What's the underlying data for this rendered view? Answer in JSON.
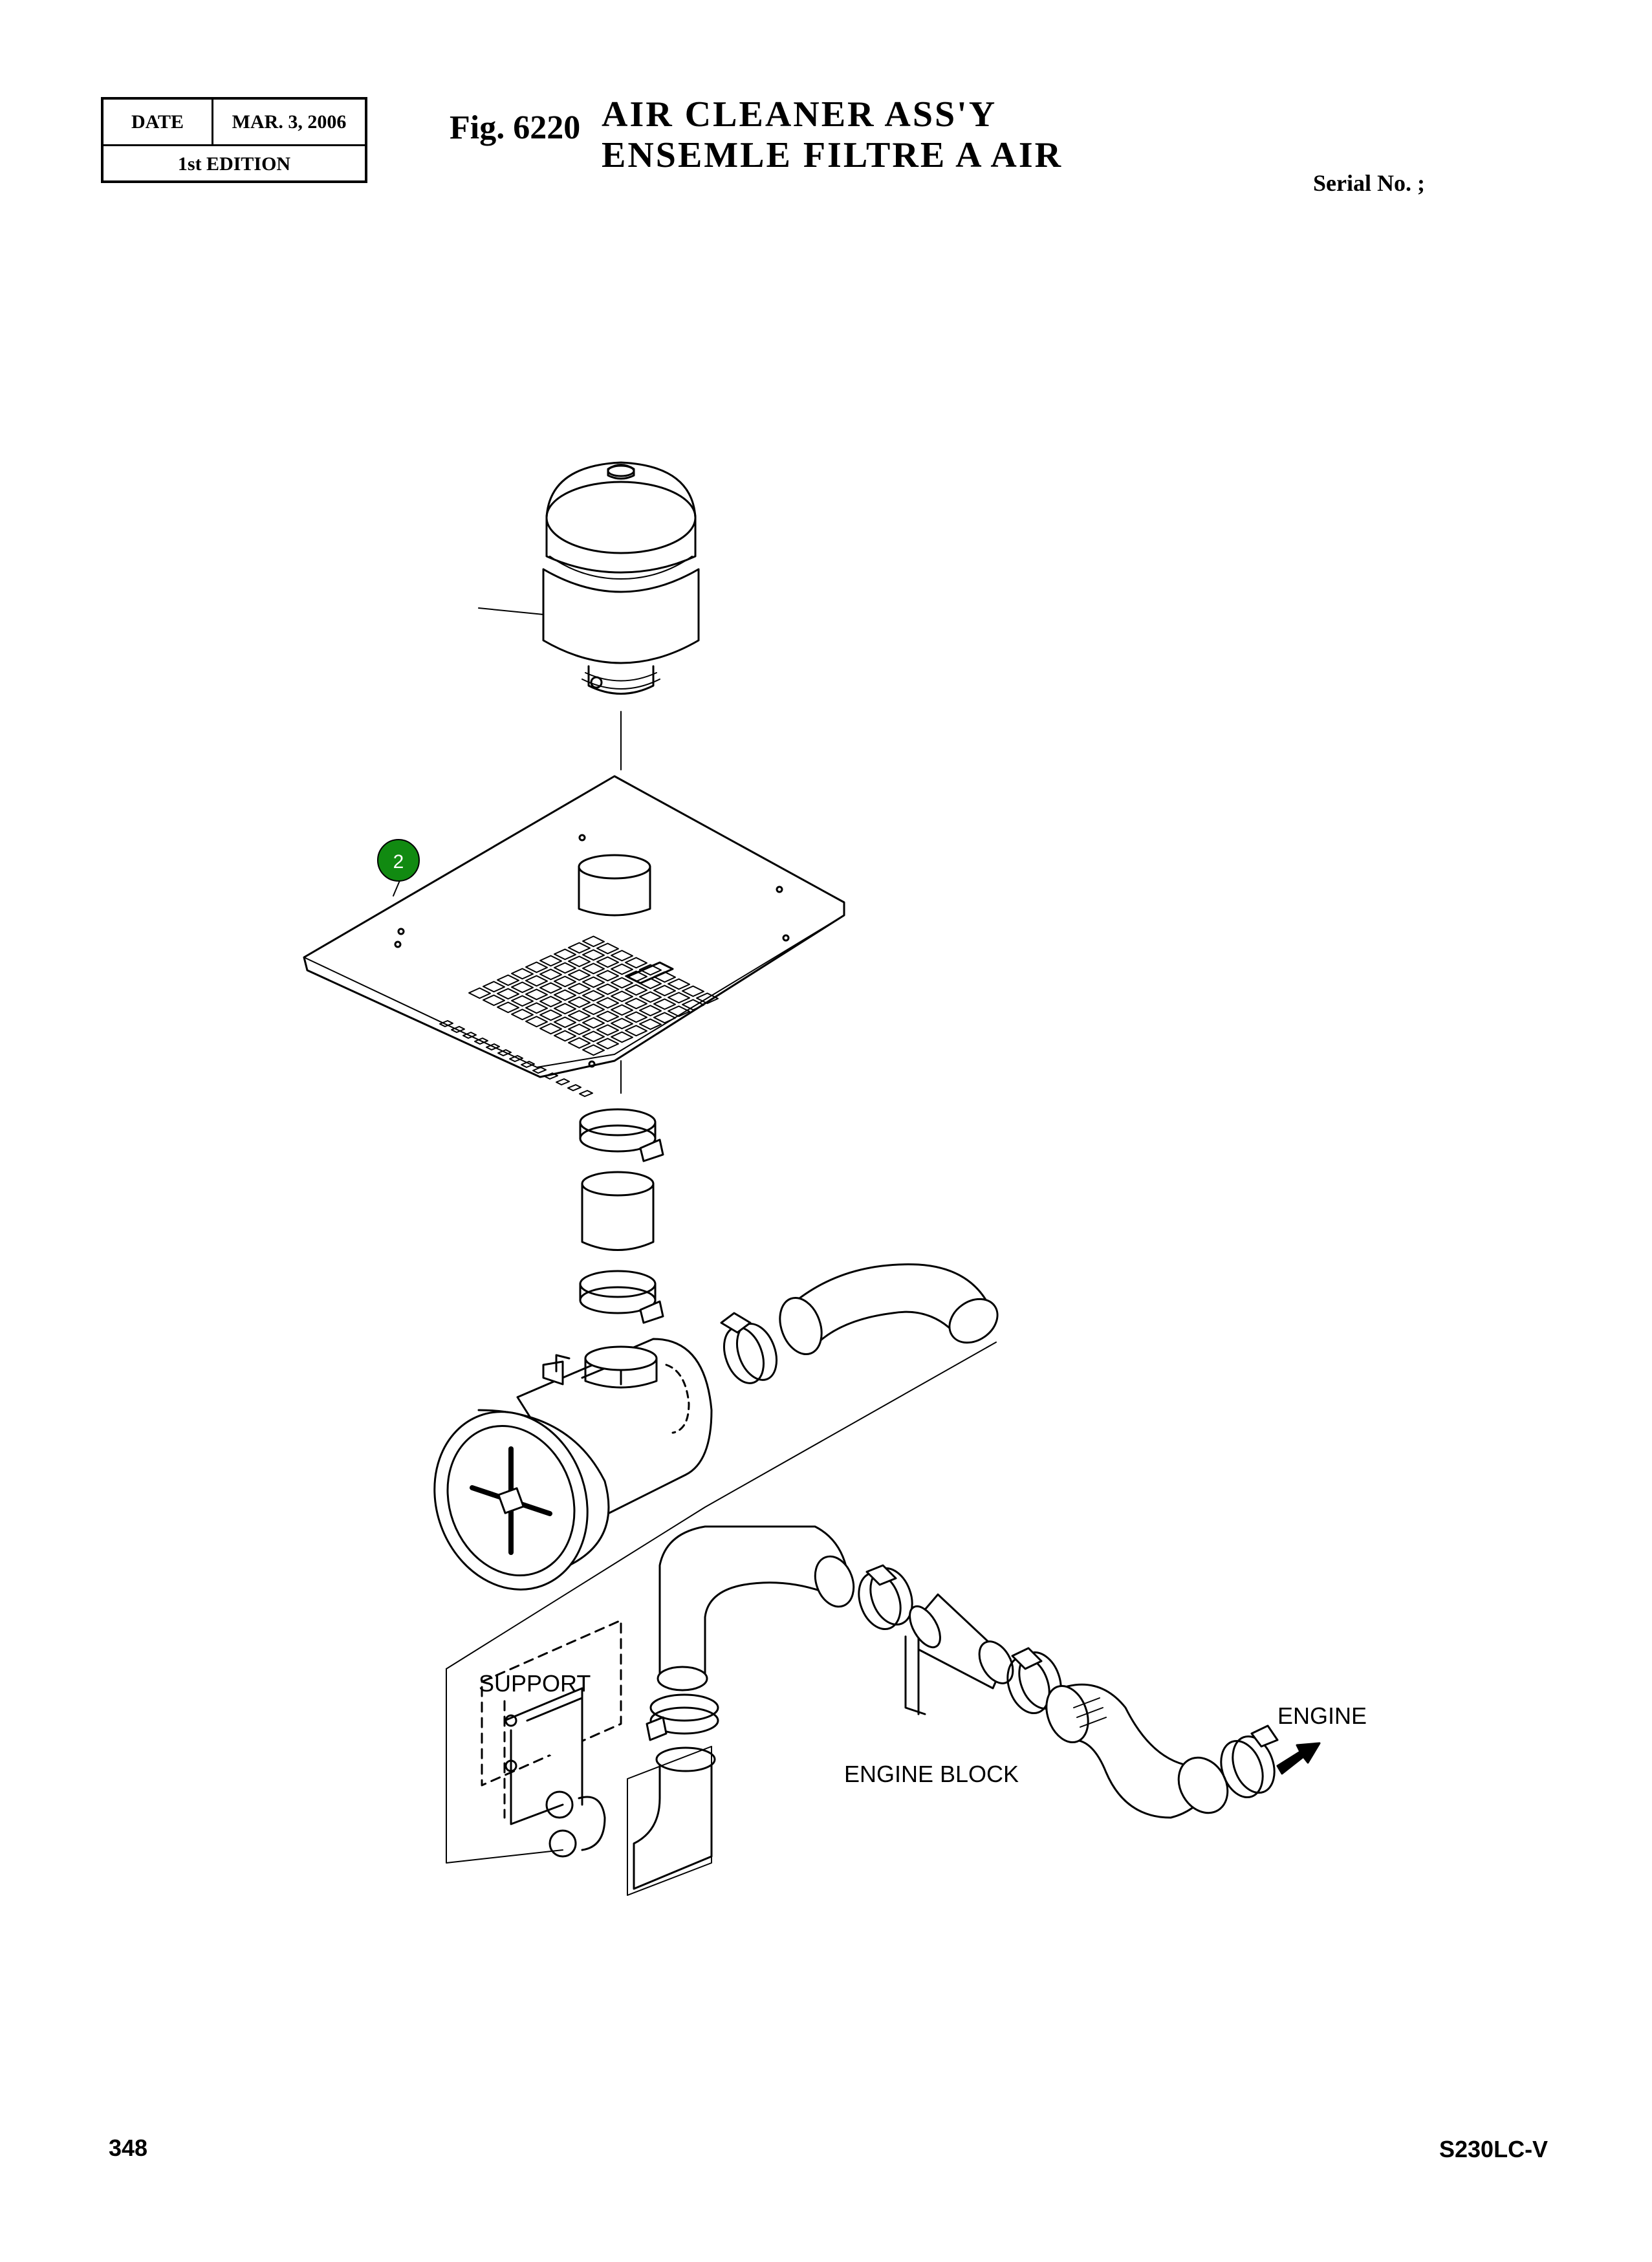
{
  "header": {
    "date_label": "DATE",
    "date_value": "MAR. 3, 2006",
    "edition": "1st EDITION",
    "fig_number": "Fig. 6220",
    "title_en": "AIR  CLEANER  ASS'Y",
    "title_fr": "ENSEMLE  FILTRE  A  AIR",
    "serial": "Serial No. ;"
  },
  "callouts": [
    {
      "number": "2",
      "color": "#118a11"
    }
  ],
  "labels": {
    "support": "SUPPORT",
    "engine_block": "ENGINE BLOCK",
    "engine": "ENGINE"
  },
  "footer": {
    "page": "348",
    "model": "S230LC-V"
  }
}
